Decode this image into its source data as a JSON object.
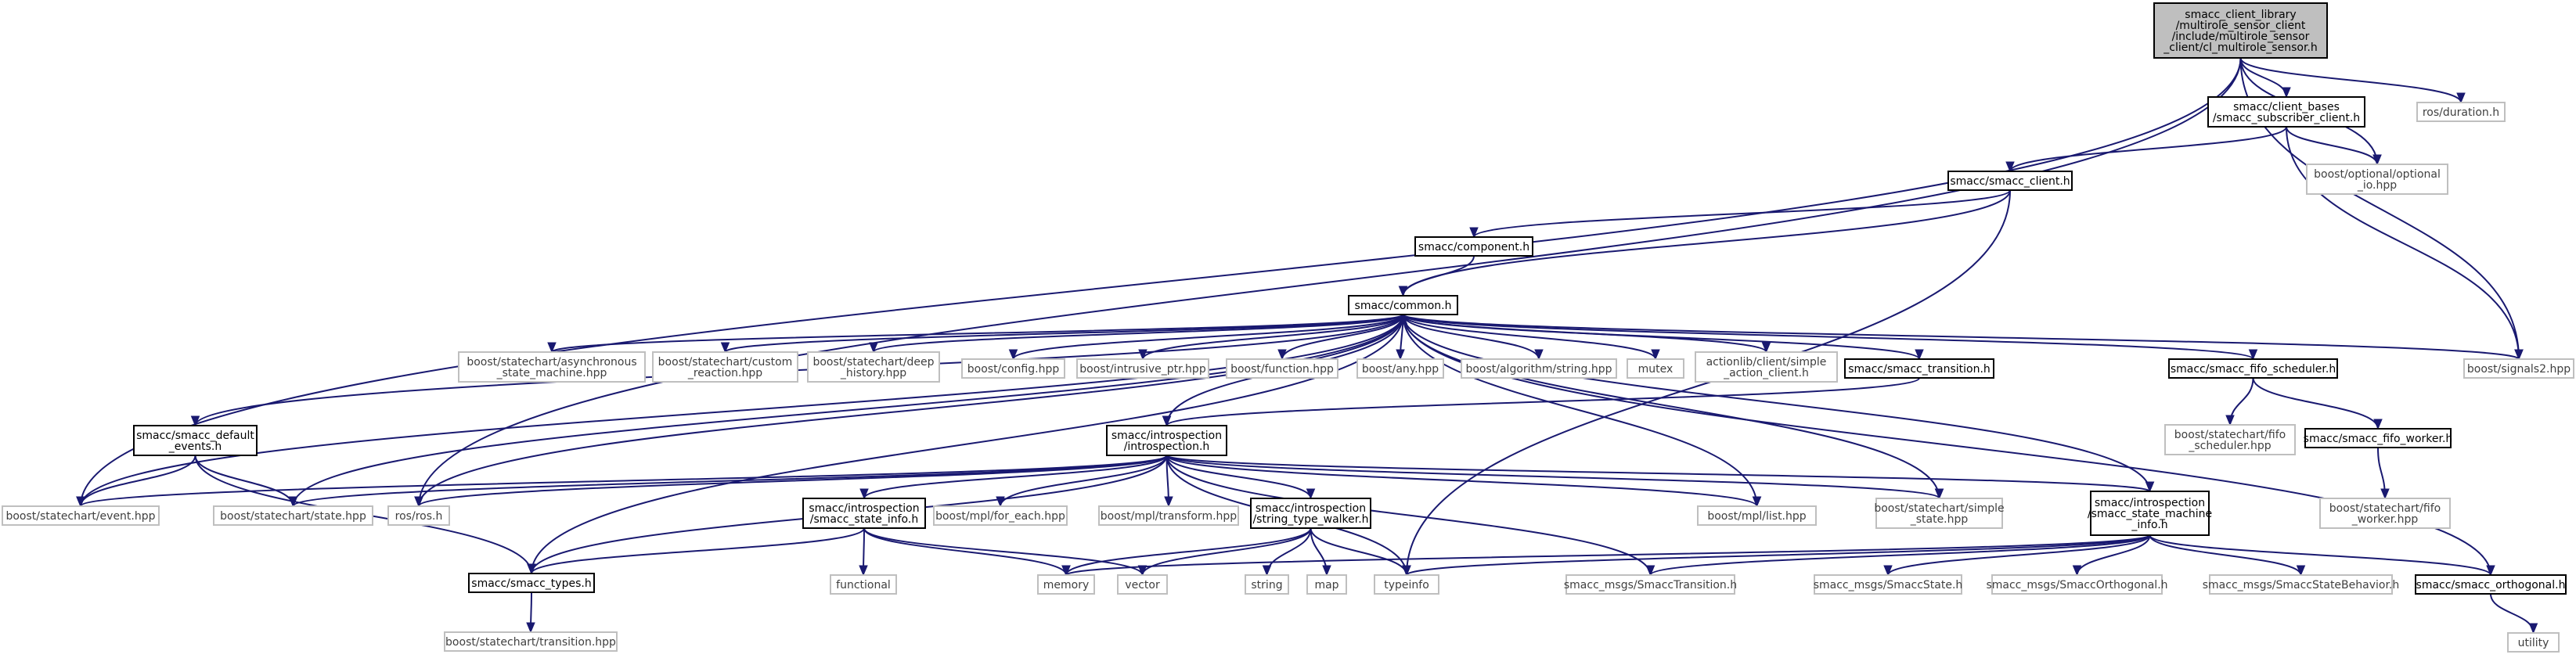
{
  "diagram": {
    "type": "include-dependency-graph",
    "colors": {
      "edge": "#191970",
      "root_fill": "#bfbfbf",
      "local_border": "#000000",
      "external_border": "#bfbfbf",
      "external_text": "#3f3f3f"
    },
    "nodes": [
      {
        "id": "root",
        "kind": "root",
        "lines": [
          "smacc_client_library",
          "/multirole_sensor_client",
          "/include/multirole_sensor",
          "_client/cl_multirole_sensor.h"
        ]
      },
      {
        "id": "client_bases",
        "kind": "local",
        "lines": [
          "smacc/client_bases",
          "/smacc_subscriber_client.h"
        ]
      },
      {
        "id": "smacc_client",
        "kind": "local",
        "lines": [
          "smacc/smacc_client.h"
        ]
      },
      {
        "id": "component",
        "kind": "local",
        "lines": [
          "smacc/component.h"
        ]
      },
      {
        "id": "common",
        "kind": "local",
        "lines": [
          "smacc/common.h"
        ]
      },
      {
        "id": "ros_duration",
        "kind": "ext",
        "lines": [
          "ros/duration.h"
        ]
      },
      {
        "id": "boost_optional",
        "kind": "ext",
        "lines": [
          "boost/optional/optional",
          "_io.hpp"
        ]
      },
      {
        "id": "signals2",
        "kind": "ext",
        "lines": [
          "boost/signals2.hpp"
        ]
      },
      {
        "id": "async_sm",
        "kind": "ext",
        "lines": [
          "boost/statechart/asynchronous",
          "_state_machine.hpp"
        ]
      },
      {
        "id": "custom_reaction",
        "kind": "ext",
        "lines": [
          "boost/statechart/custom",
          "_reaction.hpp"
        ]
      },
      {
        "id": "deep_history",
        "kind": "ext",
        "lines": [
          "boost/statechart/deep",
          "_history.hpp"
        ]
      },
      {
        "id": "config",
        "kind": "ext",
        "lines": [
          "boost/config.hpp"
        ]
      },
      {
        "id": "intrusive_ptr",
        "kind": "ext",
        "lines": [
          "boost/intrusive_ptr.hpp"
        ]
      },
      {
        "id": "function",
        "kind": "ext",
        "lines": [
          "boost/function.hpp"
        ]
      },
      {
        "id": "any",
        "kind": "ext",
        "lines": [
          "boost/any.hpp"
        ]
      },
      {
        "id": "algo_string",
        "kind": "ext",
        "lines": [
          "boost/algorithm/string.hpp"
        ]
      },
      {
        "id": "mutex",
        "kind": "ext",
        "lines": [
          "mutex"
        ]
      },
      {
        "id": "actionlib",
        "kind": "ext",
        "lines": [
          "actionlib/client/simple",
          "_action_client.h"
        ]
      },
      {
        "id": "smacc_transition",
        "kind": "local",
        "lines": [
          "smacc/smacc_transition.h"
        ]
      },
      {
        "id": "fifo_scheduler",
        "kind": "local",
        "lines": [
          "smacc/smacc_fifo_scheduler.h"
        ]
      },
      {
        "id": "bsc_fifo_scheduler",
        "kind": "ext",
        "lines": [
          "boost/statechart/fifo",
          "_scheduler.hpp"
        ]
      },
      {
        "id": "fifo_worker",
        "kind": "local",
        "lines": [
          "smacc/smacc_fifo_worker.h"
        ]
      },
      {
        "id": "bsc_fifo_worker",
        "kind": "ext",
        "lines": [
          "boost/statechart/fifo",
          "_worker.hpp"
        ]
      },
      {
        "id": "default_events",
        "kind": "local",
        "lines": [
          "smacc/smacc_default",
          "_events.h"
        ]
      },
      {
        "id": "introspection",
        "kind": "local",
        "lines": [
          "smacc/introspection",
          "/introspection.h"
        ]
      },
      {
        "id": "event_hpp",
        "kind": "ext",
        "lines": [
          "boost/statechart/event.hpp"
        ]
      },
      {
        "id": "state_hpp",
        "kind": "ext",
        "lines": [
          "boost/statechart/state.hpp"
        ]
      },
      {
        "id": "ros_h",
        "kind": "ext",
        "lines": [
          "ros/ros.h"
        ]
      },
      {
        "id": "state_info",
        "kind": "local",
        "lines": [
          "smacc/introspection",
          "/smacc_state_info.h"
        ]
      },
      {
        "id": "mpl_for_each",
        "kind": "ext",
        "lines": [
          "boost/mpl/for_each.hpp"
        ]
      },
      {
        "id": "mpl_transform",
        "kind": "ext",
        "lines": [
          "boost/mpl/transform.hpp"
        ]
      },
      {
        "id": "string_type_walker",
        "kind": "local",
        "lines": [
          "smacc/introspection",
          "/string_type_walker.h"
        ]
      },
      {
        "id": "mpl_list",
        "kind": "ext",
        "lines": [
          "boost/mpl/list.hpp"
        ]
      },
      {
        "id": "simple_state",
        "kind": "ext",
        "lines": [
          "boost/statechart/simple",
          "_state.hpp"
        ]
      },
      {
        "id": "sm_info",
        "kind": "local",
        "lines": [
          "smacc/introspection",
          "/smacc_state_machine",
          "_info.h"
        ]
      },
      {
        "id": "smacc_types",
        "kind": "local",
        "lines": [
          "smacc/smacc_types.h"
        ]
      },
      {
        "id": "functional",
        "kind": "ext",
        "lines": [
          "functional"
        ]
      },
      {
        "id": "memory",
        "kind": "ext",
        "lines": [
          "memory"
        ]
      },
      {
        "id": "vector",
        "kind": "ext",
        "lines": [
          "vector"
        ]
      },
      {
        "id": "string",
        "kind": "ext",
        "lines": [
          "string"
        ]
      },
      {
        "id": "map",
        "kind": "ext",
        "lines": [
          "map"
        ]
      },
      {
        "id": "typeinfo",
        "kind": "ext",
        "lines": [
          "typeinfo"
        ]
      },
      {
        "id": "msg_transition",
        "kind": "ext",
        "lines": [
          "smacc_msgs/SmaccTransition.h"
        ]
      },
      {
        "id": "msg_state",
        "kind": "ext",
        "lines": [
          "smacc_msgs/SmaccState.h"
        ]
      },
      {
        "id": "msg_orthogonal",
        "kind": "ext",
        "lines": [
          "smacc_msgs/SmaccOrthogonal.h"
        ]
      },
      {
        "id": "msg_state_behavior",
        "kind": "ext",
        "lines": [
          "smacc_msgs/SmaccStateBehavior.h"
        ]
      },
      {
        "id": "smacc_orthogonal",
        "kind": "local",
        "lines": [
          "smacc/smacc_orthogonal.h"
        ]
      },
      {
        "id": "transition_hpp",
        "kind": "ext",
        "lines": [
          "boost/statechart/transition.hpp"
        ]
      },
      {
        "id": "utility",
        "kind": "ext",
        "lines": [
          "utility"
        ]
      }
    ],
    "edges": [
      [
        "root",
        "client_bases"
      ],
      [
        "root",
        "boost_optional"
      ],
      [
        "root",
        "ros_duration"
      ],
      [
        "root",
        "signals2"
      ],
      [
        "root",
        "event_hpp"
      ],
      [
        "root",
        "ros_h"
      ],
      [
        "client_bases",
        "smacc_client"
      ],
      [
        "client_bases",
        "boost_optional"
      ],
      [
        "client_bases",
        "signals2"
      ],
      [
        "smacc_client",
        "component"
      ],
      [
        "smacc_client",
        "common"
      ],
      [
        "smacc_client",
        "typeinfo"
      ],
      [
        "component",
        "common"
      ],
      [
        "common",
        "default_events"
      ],
      [
        "common",
        "event_hpp"
      ],
      [
        "common",
        "state_hpp"
      ],
      [
        "common",
        "ros_h"
      ],
      [
        "common",
        "smacc_types"
      ],
      [
        "common",
        "introspection"
      ],
      [
        "common",
        "async_sm"
      ],
      [
        "common",
        "custom_reaction"
      ],
      [
        "common",
        "deep_history"
      ],
      [
        "common",
        "config"
      ],
      [
        "common",
        "intrusive_ptr"
      ],
      [
        "common",
        "function"
      ],
      [
        "common",
        "any"
      ],
      [
        "common",
        "algo_string"
      ],
      [
        "common",
        "mutex"
      ],
      [
        "common",
        "actionlib"
      ],
      [
        "common",
        "smacc_transition"
      ],
      [
        "common",
        "mpl_list"
      ],
      [
        "common",
        "simple_state"
      ],
      [
        "common",
        "sm_info"
      ],
      [
        "common",
        "fifo_scheduler"
      ],
      [
        "common",
        "signals2"
      ],
      [
        "smacc_orthogonal",
        "common"
      ],
      [
        "smacc_transition",
        "introspection"
      ],
      [
        "fifo_scheduler",
        "bsc_fifo_scheduler"
      ],
      [
        "fifo_scheduler",
        "fifo_worker"
      ],
      [
        "fifo_worker",
        "bsc_fifo_worker"
      ],
      [
        "default_events",
        "event_hpp"
      ],
      [
        "default_events",
        "state_hpp"
      ],
      [
        "default_events",
        "smacc_types"
      ],
      [
        "introspection",
        "event_hpp"
      ],
      [
        "introspection",
        "state_hpp"
      ],
      [
        "introspection",
        "ros_h"
      ],
      [
        "introspection",
        "state_info"
      ],
      [
        "introspection",
        "mpl_for_each"
      ],
      [
        "introspection",
        "mpl_transform"
      ],
      [
        "introspection",
        "string_type_walker"
      ],
      [
        "introspection",
        "mpl_list"
      ],
      [
        "introspection",
        "simple_state"
      ],
      [
        "introspection",
        "sm_info"
      ],
      [
        "introspection",
        "smacc_types"
      ],
      [
        "introspection",
        "typeinfo"
      ],
      [
        "introspection",
        "msg_transition"
      ],
      [
        "state_info",
        "smacc_types"
      ],
      [
        "state_info",
        "functional"
      ],
      [
        "state_info",
        "memory"
      ],
      [
        "state_info",
        "vector"
      ],
      [
        "string_type_walker",
        "vector"
      ],
      [
        "string_type_walker",
        "string"
      ],
      [
        "string_type_walker",
        "map"
      ],
      [
        "string_type_walker",
        "typeinfo"
      ],
      [
        "string_type_walker",
        "memory"
      ],
      [
        "sm_info",
        "memory"
      ],
      [
        "sm_info",
        "typeinfo"
      ],
      [
        "sm_info",
        "msg_transition"
      ],
      [
        "sm_info",
        "msg_state"
      ],
      [
        "sm_info",
        "msg_orthogonal"
      ],
      [
        "sm_info",
        "msg_state_behavior"
      ],
      [
        "sm_info",
        "smacc_orthogonal"
      ],
      [
        "smacc_types",
        "transition_hpp"
      ],
      [
        "smacc_orthogonal",
        "utility"
      ]
    ]
  }
}
